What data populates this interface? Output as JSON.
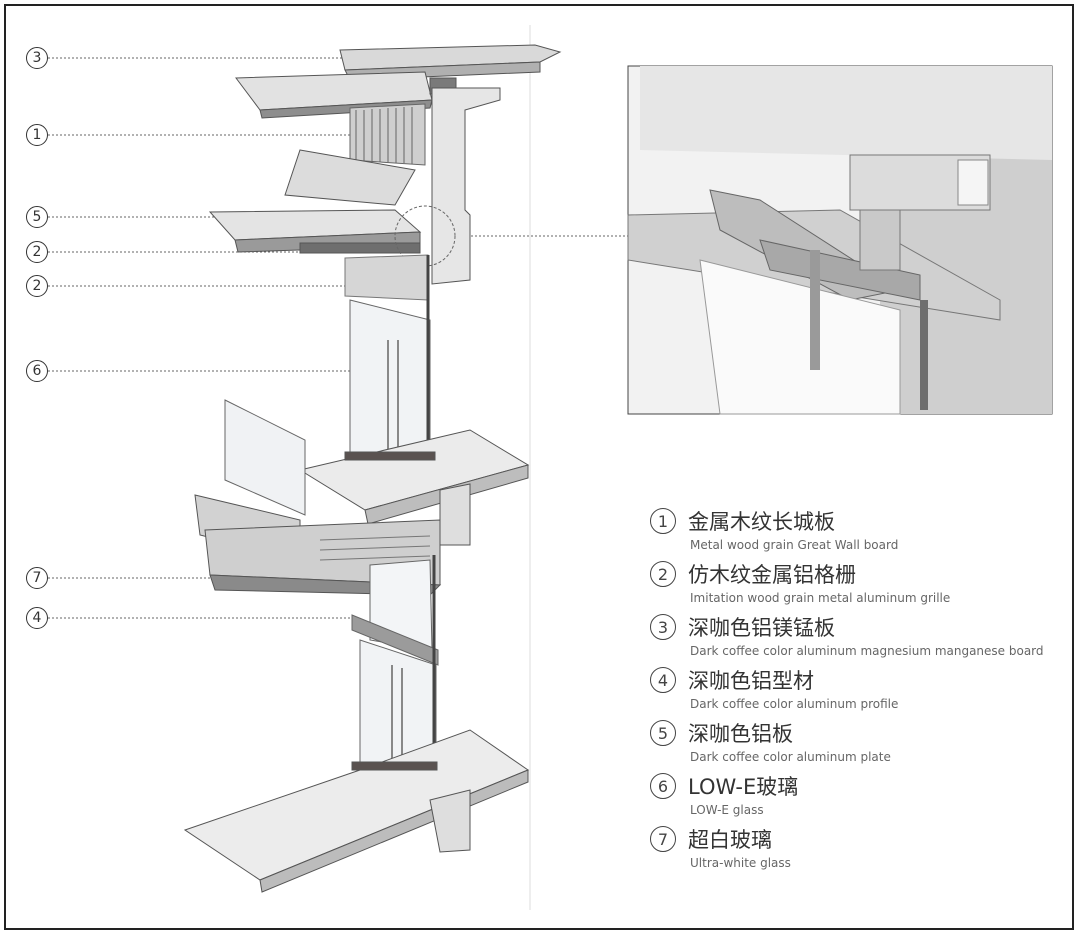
{
  "callouts": [
    {
      "num": "3"
    },
    {
      "num": "1"
    },
    {
      "num": "5"
    },
    {
      "num": "2"
    },
    {
      "num": "2"
    },
    {
      "num": "6"
    },
    {
      "num": "7"
    },
    {
      "num": "4"
    }
  ],
  "legend": [
    {
      "num": "1",
      "cn": "金属木纹长城板",
      "en": "Metal wood grain Great Wall board"
    },
    {
      "num": "2",
      "cn": "仿木纹金属铝格栅",
      "en": "Imitation wood grain metal aluminum grille"
    },
    {
      "num": "3",
      "cn": "深咖色铝镁锰板",
      "en": "Dark coffee color aluminum magnesium manganese board"
    },
    {
      "num": "4",
      "cn": "深咖色铝型材",
      "en": "Dark coffee color aluminum profile"
    },
    {
      "num": "5",
      "cn": "深咖色铝板",
      "en": "Dark coffee color aluminum plate"
    },
    {
      "num": "6",
      "cn": "LOW-E玻璃",
      "en": "LOW-E glass"
    },
    {
      "num": "7",
      "cn": "超白玻璃",
      "en": "Ultra-white glass"
    }
  ],
  "colors": {
    "line": "#444444",
    "slab": "#e8e8e8",
    "glass": "#f2f4f6",
    "metal": "#9a9a9a",
    "dark": "#5a5250"
  }
}
